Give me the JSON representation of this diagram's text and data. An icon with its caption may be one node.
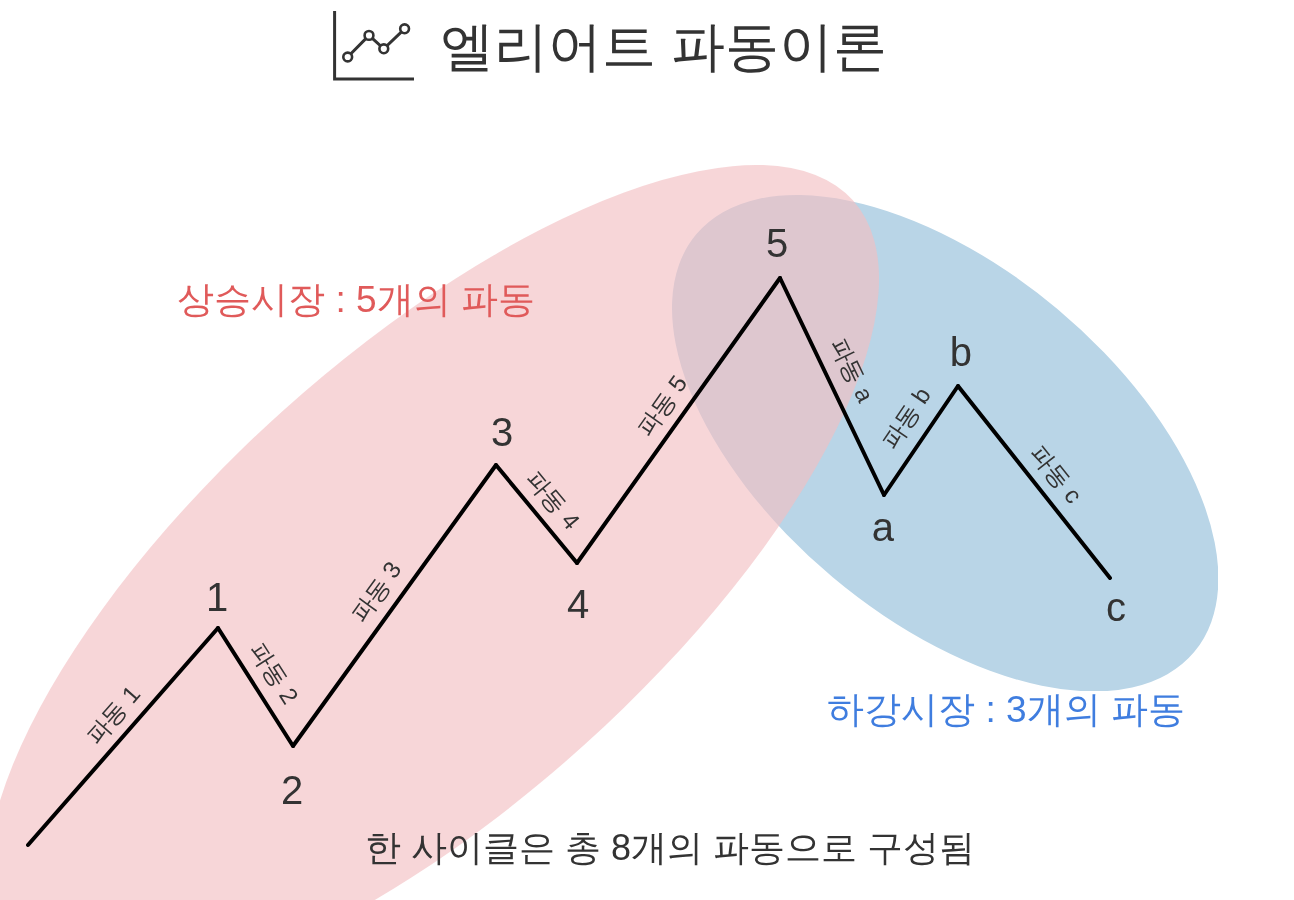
{
  "diagram": {
    "title": "엘리어트 파동이론",
    "caption": "한 사이클은 총 8개의 파동으로 구성됨",
    "nodes": [
      {
        "text": [
          "상승시장 : 5개의 파동"
        ]
      },
      {
        "text": [
          "하강시장 : 3개의 파동"
        ]
      },
      {
        "text": [
          "1"
        ],
        "in": 0
      },
      {
        "text": [
          "2"
        ],
        "in": 0
      },
      {
        "text": [
          "3"
        ],
        "in": 0
      },
      {
        "text": [
          "4"
        ],
        "in": 0
      },
      {
        "text": [
          "5"
        ]
      },
      {
        "text": [
          "a"
        ],
        "in": 1
      },
      {
        "text": [
          "b"
        ],
        "in": 1
      },
      {
        "text": [
          "c"
        ],
        "in": 1
      }
    ],
    "edges": [
      {
        "from": null,
        "to": 2,
        "arrow": "none",
        "label": "파동 1"
      },
      {
        "from": 2,
        "to": 3,
        "arrow": "none",
        "label": "파동 2"
      },
      {
        "from": 3,
        "to": 4,
        "arrow": "none",
        "label": "파동 3"
      },
      {
        "from": 4,
        "to": 5,
        "arrow": "none",
        "label": "파동 4"
      },
      {
        "from": 5,
        "to": 6,
        "arrow": "none",
        "label": "파동 5"
      },
      {
        "from": 6,
        "to": 7,
        "arrow": "none",
        "label": "파동 a"
      },
      {
        "from": 7,
        "to": 8,
        "arrow": "none",
        "label": "파동 b"
      },
      {
        "from": 8,
        "to": 9,
        "arrow": "none",
        "label": "파동 c"
      }
    ]
  }
}
